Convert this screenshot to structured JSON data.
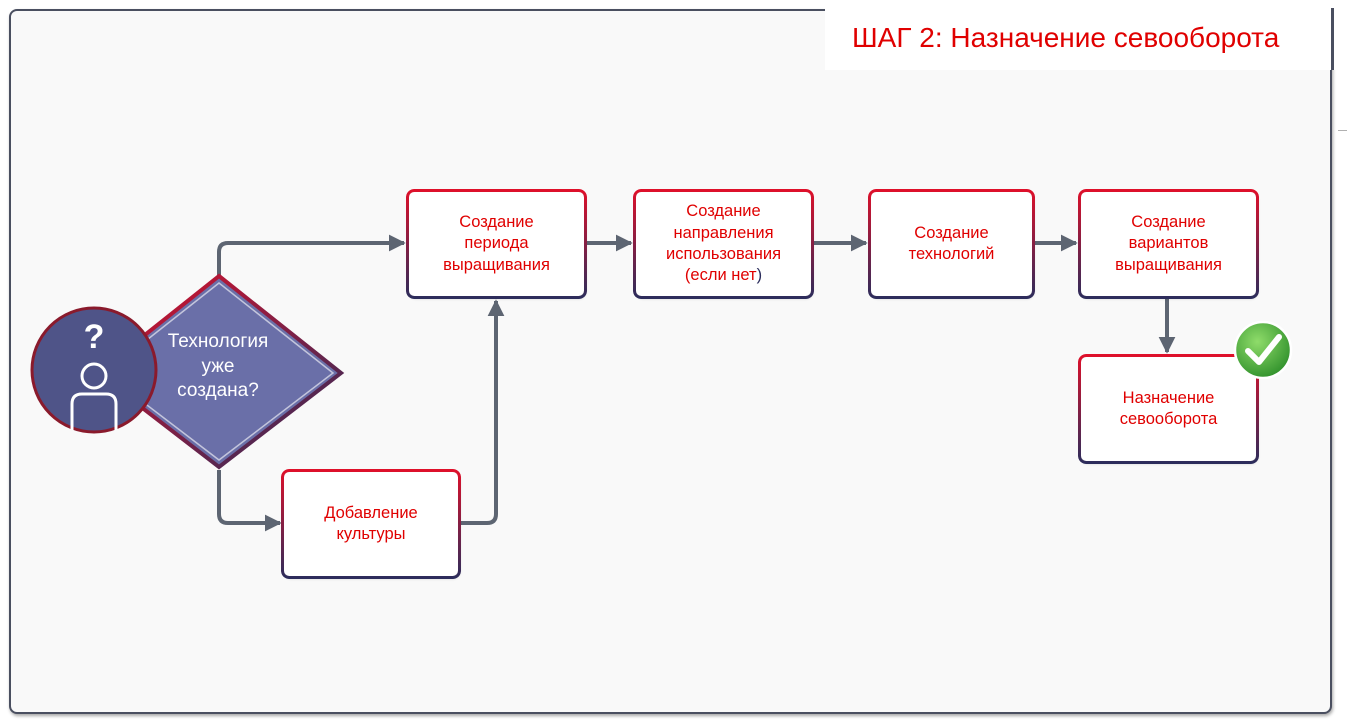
{
  "title": "ШАГ 2: Назначение севооборота",
  "decision": {
    "text": "Технология\nуже\nсоздана?",
    "icon": "user-question-icon"
  },
  "steps": {
    "period": "Создание\nпериода\nвыращивания",
    "direction_main": "Создание\nнаправления\nиспользования\n(если нет",
    "direction_end": ")",
    "technologies": "Создание\nтехнологий",
    "variants": "Создание\nвариантов\nвыращивания",
    "crop_add": "Добавление\nкультуры",
    "rotation": "Назначение\nсевооборота"
  },
  "status_icon": "checkmark-icon",
  "colors": {
    "accent_red": "#e00000",
    "navy": "#2b2d5c",
    "diamond_fill": "#6a6fa8",
    "arrow": "#5d6572",
    "check_green": "#3fae3a"
  }
}
